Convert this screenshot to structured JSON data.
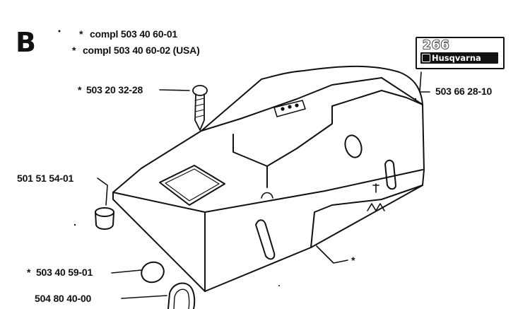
{
  "section": {
    "letter": "B"
  },
  "header_notes": [
    {
      "marker": "*",
      "text": "compl 503 40 60-01"
    },
    {
      "marker": "*",
      "text": "compl 503 40 60-02 (USA)"
    }
  ],
  "decal": {
    "model_text": "266",
    "brand_text": "Husqvarna"
  },
  "callouts": {
    "screw": "503 20 32-28",
    "screw_marker": "*",
    "decal": "503 66 28-10",
    "plug": "501 51 54-01",
    "cap": "503 40 59-01",
    "cap_marker": "*",
    "gasket": "504 80 40-00",
    "cover_marker": "*"
  }
}
